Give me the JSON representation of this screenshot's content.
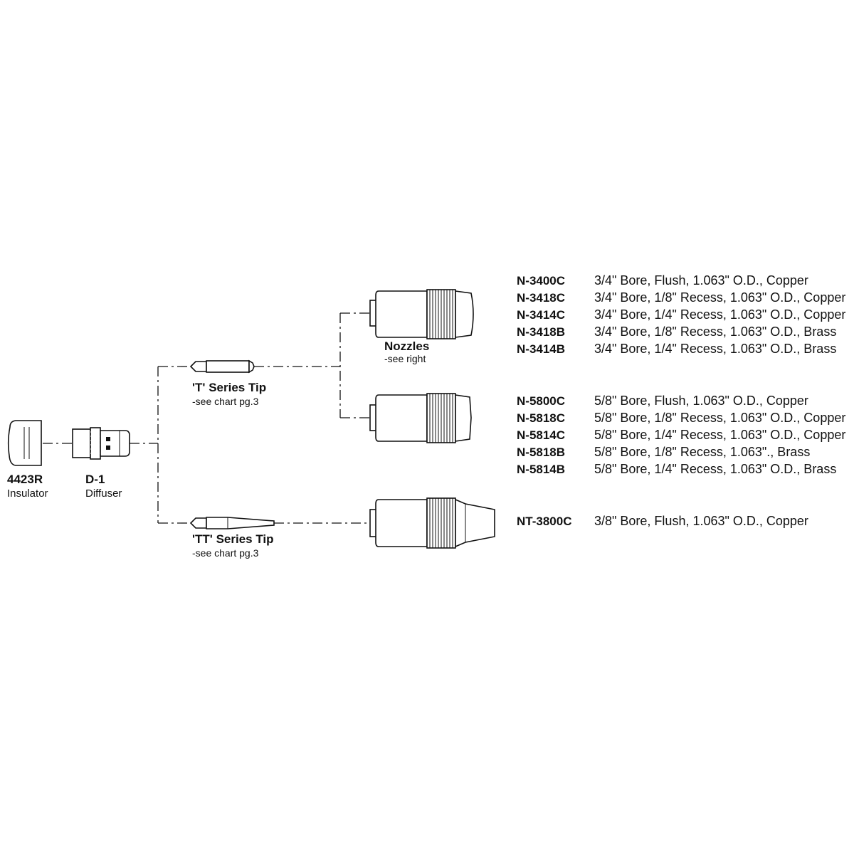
{
  "parts": {
    "insulator": {
      "part_number": "4423R",
      "caption": "Insulator"
    },
    "diffuser": {
      "part_number": "D-1",
      "caption": "Diffuser"
    },
    "t_tip": {
      "title": "'T' Series Tip",
      "note": "-see chart pg.3"
    },
    "tt_tip": {
      "title": "'TT' Series Tip",
      "note": "-see chart pg.3"
    },
    "nozzles": {
      "title": "Nozzles",
      "note": "-see right"
    }
  },
  "nozzle_specs": {
    "group_3": [
      {
        "part": "N-3400C",
        "desc": "3/4\" Bore, Flush, 1.063\" O.D., Copper"
      },
      {
        "part": "N-3418C",
        "desc": "3/4\" Bore, 1/8\" Recess, 1.063\" O.D., Copper"
      },
      {
        "part": "N-3414C",
        "desc": "3/4\" Bore, 1/4\" Recess, 1.063\" O.D., Copper"
      },
      {
        "part": "N-3418B",
        "desc": "3/4\" Bore, 1/8\" Recess, 1.063\" O.D., Brass"
      },
      {
        "part": "N-3414B",
        "desc": "3/4\" Bore, 1/4\" Recess, 1.063\" O.D., Brass"
      }
    ],
    "group_5": [
      {
        "part": "N-5800C",
        "desc": "5/8\" Bore, Flush, 1.063\" O.D., Copper"
      },
      {
        "part": "N-5818C",
        "desc": "5/8\" Bore, 1/8\" Recess, 1.063\" O.D., Copper"
      },
      {
        "part": "N-5814C",
        "desc": "5/8\" Bore, 1/4\" Recess, 1.063\" O.D., Copper"
      },
      {
        "part": "N-5818B",
        "desc": "5/8\" Bore, 1/8\" Recess, 1.063\"., Brass"
      },
      {
        "part": "N-5814B",
        "desc": "5/8\" Bore, 1/4\" Recess, 1.063\" O.D., Brass"
      }
    ],
    "group_nt": [
      {
        "part": "NT-3800C",
        "desc": "3/8\" Bore, Flush, 1.063\" O.D., Copper"
      }
    ]
  }
}
